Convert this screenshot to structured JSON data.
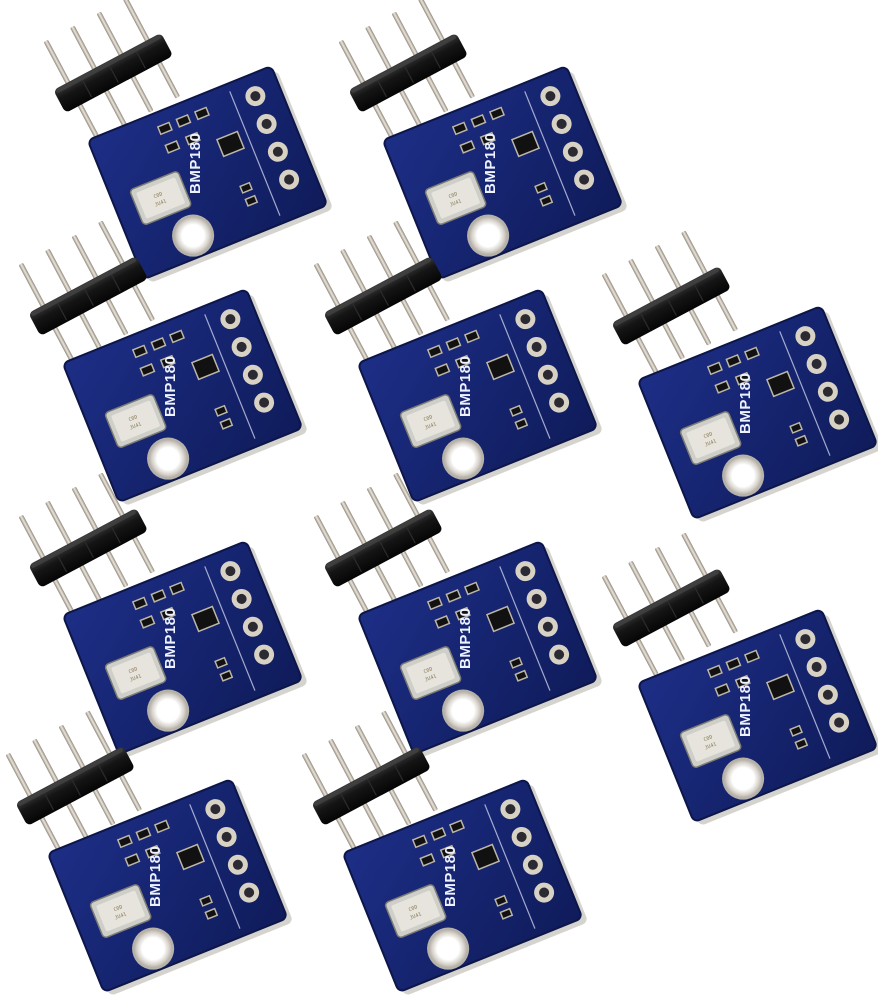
{
  "product": {
    "board_label": "BMP180",
    "sensor_marking": [
      "C0D",
      "JU41"
    ],
    "module_count": 10,
    "pins_per_header": 4
  },
  "colors": {
    "pcb": "#16246e",
    "pcb_dark": "#0d1648",
    "header_plastic": "#151515",
    "pin_metal": "#c9c2b8",
    "pad_gold": "#d8d2c4",
    "sensor_can": "#cfcfc9",
    "mount_hole": "#eceae6"
  }
}
